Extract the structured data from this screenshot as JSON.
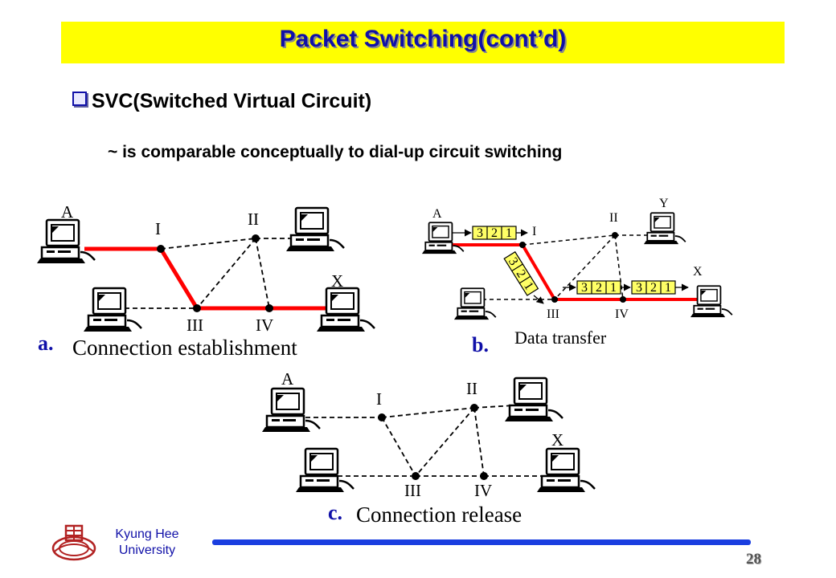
{
  "title": "Packet Switching(cont’d)",
  "bullet": "SVC(Switched Virtual Circuit)",
  "subline": "~ is comparable conceptually to dial-up circuit switching",
  "panels": {
    "a": {
      "letter": "a.",
      "caption": "Connection establishment",
      "nodes": {
        "I": "I",
        "II": "II",
        "III": "III",
        "IV": "IV"
      },
      "hosts": {
        "A": "A",
        "X": "X"
      }
    },
    "b": {
      "letter": "b.",
      "caption": "Data transfer",
      "nodes": {
        "I": "I",
        "II": "II",
        "III": "III",
        "IV": "IV"
      },
      "hosts": {
        "A": "A",
        "Y": "Y",
        "X": "X"
      },
      "packets": [
        "3",
        "2",
        "1"
      ]
    },
    "c": {
      "letter": "c.",
      "caption": "Connection release",
      "nodes": {
        "I": "I",
        "II": "II",
        "III": "III",
        "IV": "IV"
      },
      "hosts": {
        "A": "A",
        "X": "X"
      }
    }
  },
  "footer": {
    "university_line1": "Kyung Hee",
    "university_line2": "University",
    "page_number": "28"
  },
  "colors": {
    "title_bg": "#ffff00",
    "title_text": "#1010a8",
    "active_path": "#ff0000",
    "packet_box": "#ffff66",
    "footer_line": "#1a3ee0",
    "logo": "#b22222"
  }
}
